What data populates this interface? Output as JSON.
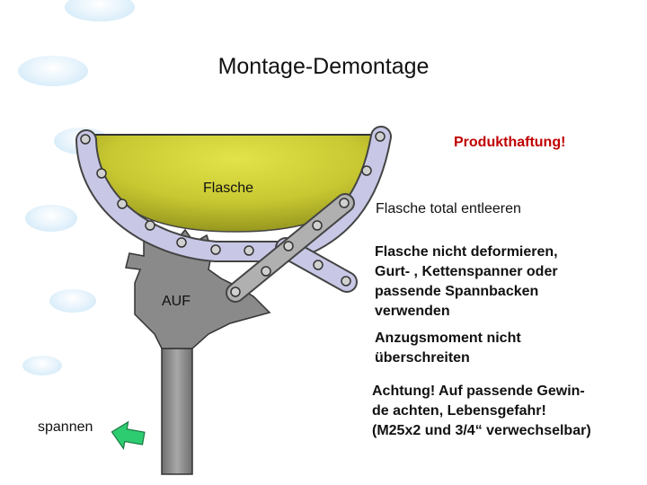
{
  "title": "Montage-Demontage",
  "labels": {
    "bottle": "Flasche",
    "auf": "AUF",
    "spannen": "spannen"
  },
  "warning": "Produkthaftung!",
  "notes": {
    "empty": "Flasche total entleeren",
    "deform": [
      "Flasche nicht deformieren,",
      "Gurt- , Kettenspanner oder",
      "passende Spannbacken",
      "verwenden"
    ],
    "torque": [
      "Anzugsmoment nicht",
      "überschreiten"
    ],
    "thread": [
      "Achtung! Auf passende Gewin-",
      "de achten, Lebensgefahr!",
      "(M25x2 und 3/4“ verwechselbar)"
    ]
  },
  "colors": {
    "bottle": "#c8c832",
    "tool": "#8a8a8a",
    "chain": "#c8c8e6",
    "arrow": "#2ecc71",
    "warning": "#c00000"
  }
}
